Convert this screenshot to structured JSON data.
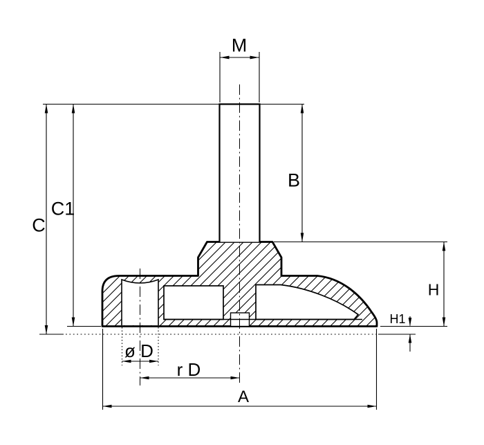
{
  "colors": {
    "line": "#000000",
    "background": "#ffffff"
  },
  "drawing": {
    "type": "technical-section-drawing",
    "subject": "leveling-foot-cross-section",
    "labels": {
      "m": "M",
      "b": "B",
      "c": "C",
      "c1": "C1",
      "h": "H",
      "h1": "H1",
      "dia_d": "ø D",
      "r_d": "r D",
      "a": "A"
    }
  }
}
